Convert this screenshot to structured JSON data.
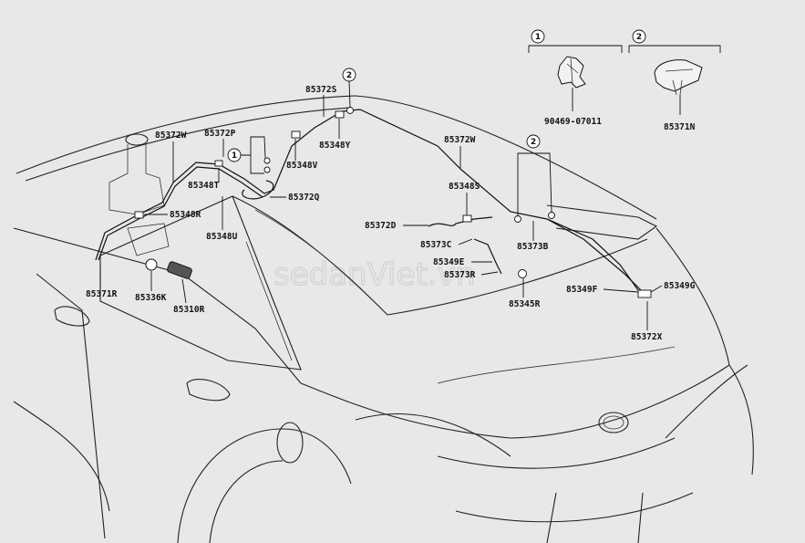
{
  "diagram": {
    "watermark": "sedanViet.vn",
    "callouts": [
      {
        "id": "c1-top",
        "text": "1"
      },
      {
        "id": "c2-top",
        "text": "2"
      },
      {
        "id": "c1-mid",
        "text": "1"
      },
      {
        "id": "c2-roof",
        "text": "2"
      },
      {
        "id": "c2-right",
        "text": "2"
      }
    ],
    "legend": [
      {
        "callout": "1",
        "part": "90469-07011"
      },
      {
        "callout": "2",
        "part": "85371N"
      }
    ],
    "labels": [
      "85372S",
      "85372W",
      "85372P",
      "85348T",
      "85348Y",
      "85348V",
      "85372Q",
      "85348R",
      "85348U",
      "85371R",
      "85336K",
      "85310R",
      "85372W",
      "85348S",
      "85372D",
      "85373C",
      "85349E",
      "85373R",
      "85345R",
      "85373B",
      "85349F",
      "85349G",
      "85372X"
    ]
  }
}
